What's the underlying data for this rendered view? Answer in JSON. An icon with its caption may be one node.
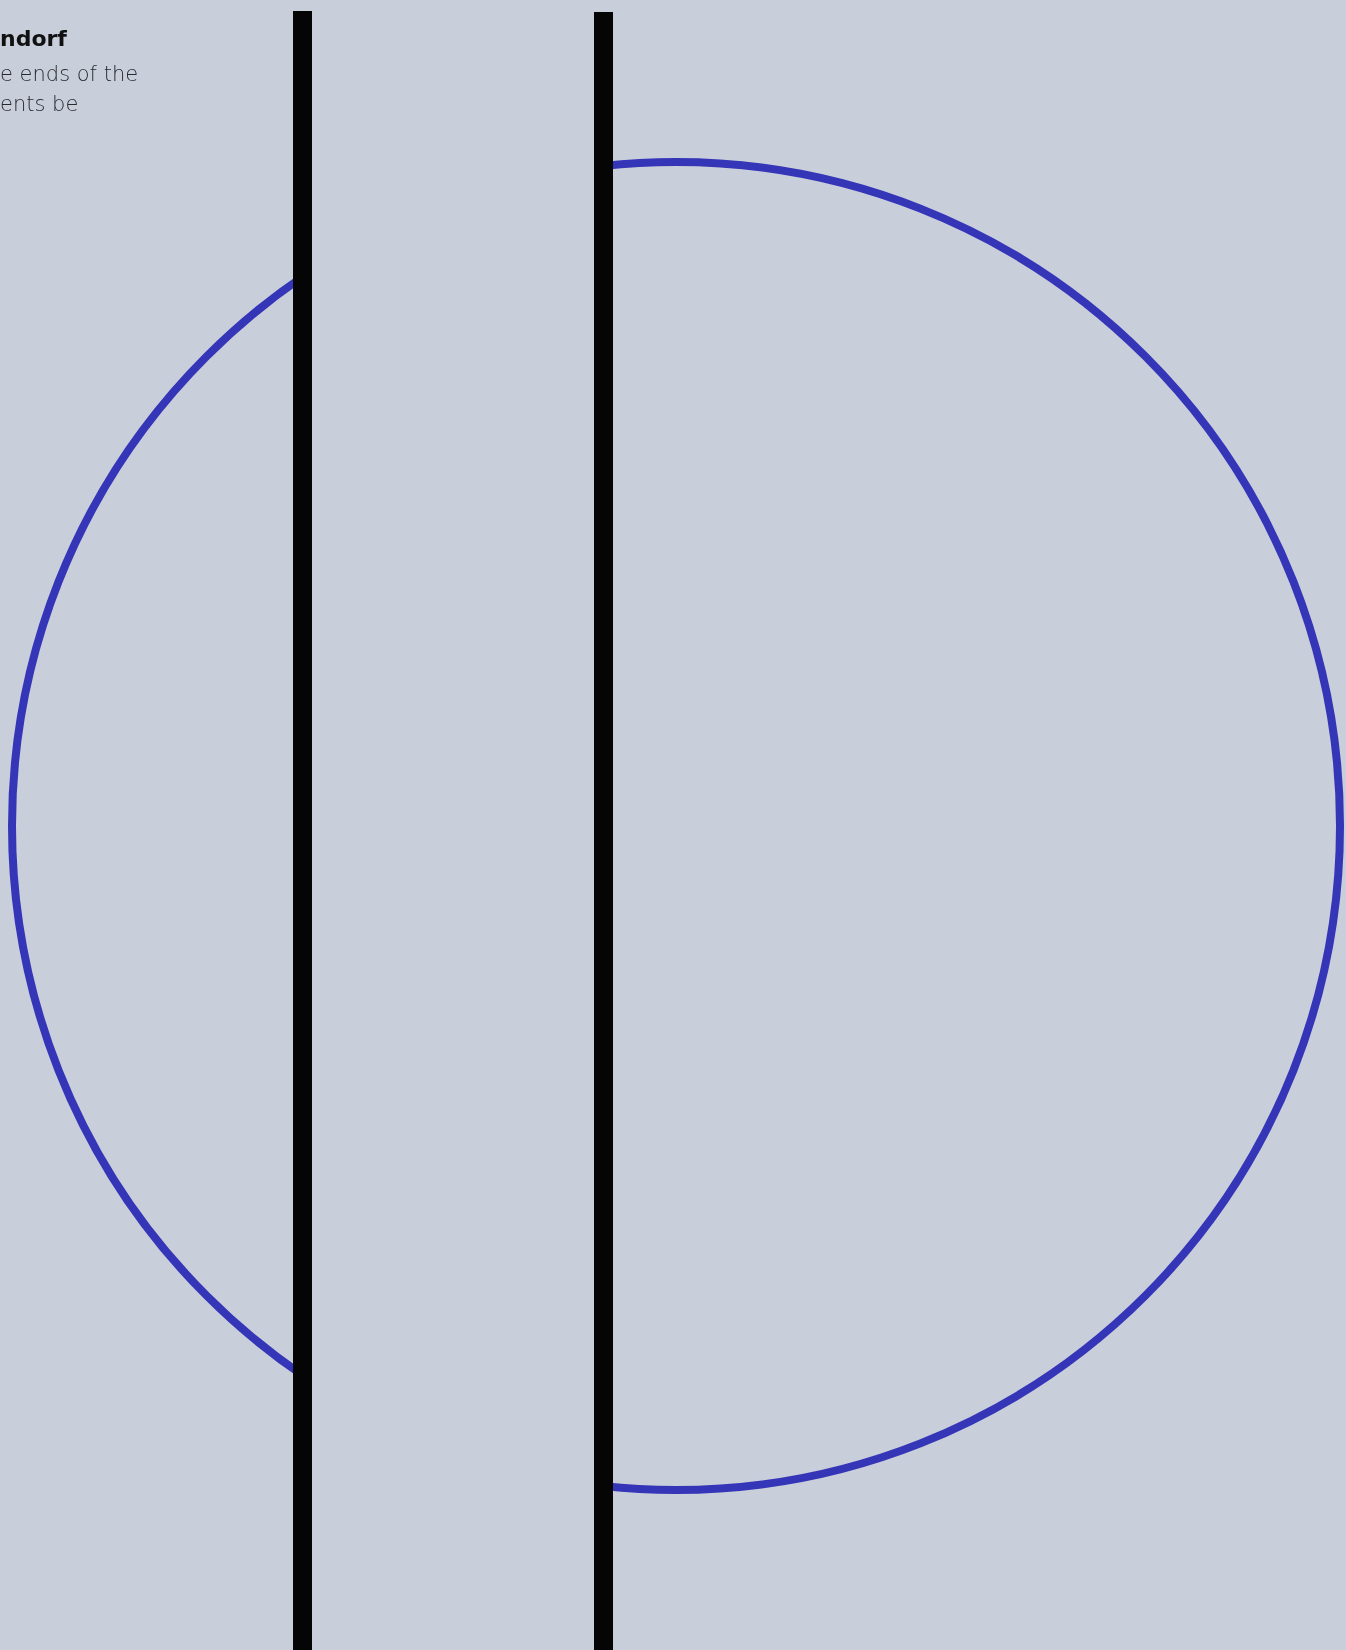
{
  "diagram": {
    "title": "ndorf",
    "labels": [
      "e ends of the",
      "ents be"
    ]
  }
}
